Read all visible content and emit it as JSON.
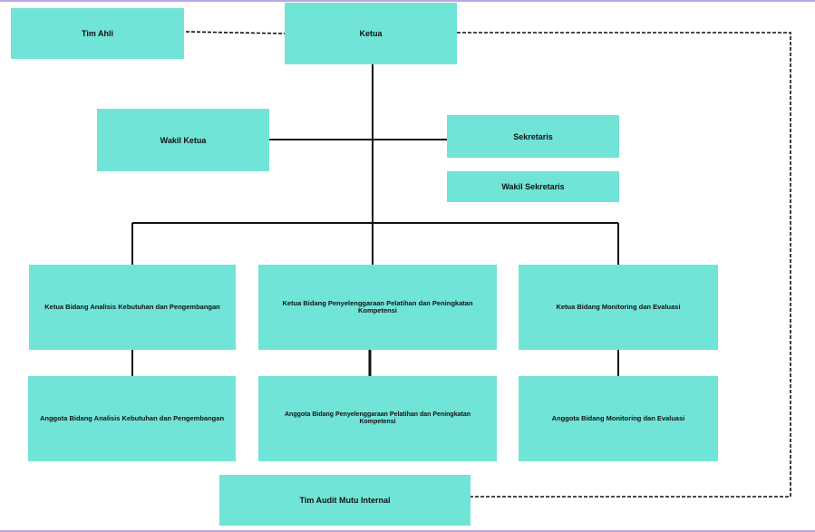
{
  "org_chart": {
    "tim_ahli": "Tim Ahli",
    "ketua": "Ketua",
    "wakil_ketua": "Wakil Ketua",
    "sekretaris": "Sekretaris",
    "wakil_sekretaris": "Wakil Sekretaris",
    "divisions": [
      {
        "head": "Ketua Bidang Analisis Kebutuhan dan Pengembangan",
        "member": "Anggota Bidang Analisis Kebutuhan dan Pengembangan"
      },
      {
        "head": "Ketua Bidang Penyelenggaraan Pelatihan dan Peningkatan Kompetensi",
        "member": "Anggota Bidang Penyelenggaraan Pelatihan dan Peningkatan Kompetensi"
      },
      {
        "head": "Ketua Bidang Monitoring dan Evaluasi",
        "member": "Anggota Bidang Monitoring dan Evaluasi"
      }
    ],
    "tim_audit": "Tim Audit Mutu Internal"
  },
  "colors": {
    "box_fill": "#71e4d8",
    "line": "#111111",
    "frame_border": "#b9a7e6"
  }
}
